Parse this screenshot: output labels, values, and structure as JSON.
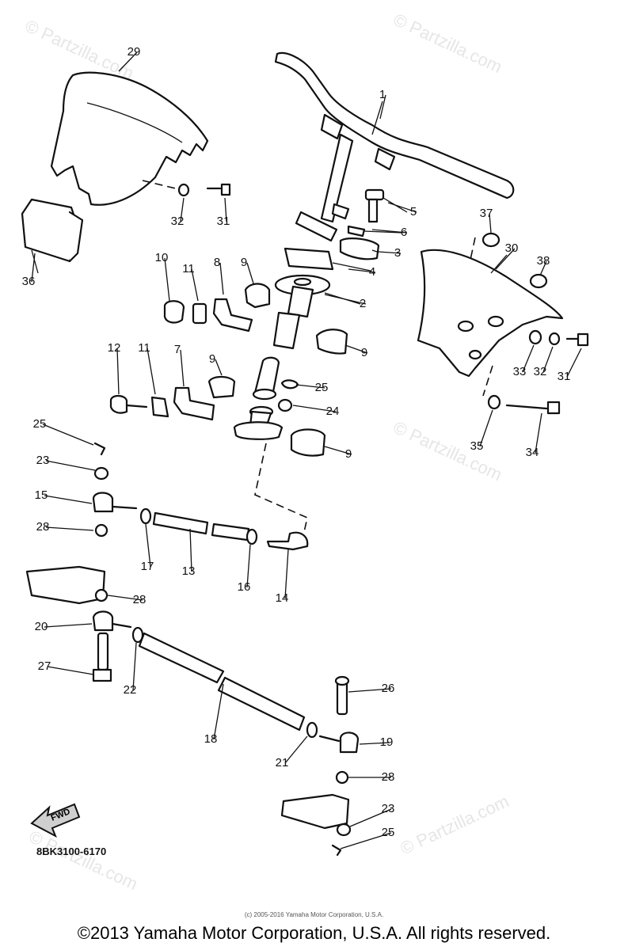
{
  "watermark": "© Partzilla.com",
  "callouts": [
    {
      "id": "c29",
      "label": "29"
    },
    {
      "id": "c1",
      "label": "1"
    },
    {
      "id": "c5",
      "label": "5"
    },
    {
      "id": "c6",
      "label": "6"
    },
    {
      "id": "c3",
      "label": "3"
    },
    {
      "id": "c4",
      "label": "4"
    },
    {
      "id": "c2",
      "label": "2"
    },
    {
      "id": "c37",
      "label": "37"
    },
    {
      "id": "c30",
      "label": "30"
    },
    {
      "id": "c38",
      "label": "38"
    },
    {
      "id": "c32a",
      "label": "32"
    },
    {
      "id": "c31a",
      "label": "31"
    },
    {
      "id": "c36",
      "label": "36"
    },
    {
      "id": "c10",
      "label": "10"
    },
    {
      "id": "c11a",
      "label": "11"
    },
    {
      "id": "c8",
      "label": "8"
    },
    {
      "id": "c9a",
      "label": "9"
    },
    {
      "id": "c9b",
      "label": "9"
    },
    {
      "id": "c12",
      "label": "12"
    },
    {
      "id": "c11b",
      "label": "11"
    },
    {
      "id": "c7",
      "label": "7"
    },
    {
      "id": "c9c",
      "label": "9"
    },
    {
      "id": "c25a",
      "label": "25"
    },
    {
      "id": "c24",
      "label": "24"
    },
    {
      "id": "c9d",
      "label": "9"
    },
    {
      "id": "c33",
      "label": "33"
    },
    {
      "id": "c32b",
      "label": "32"
    },
    {
      "id": "c31b",
      "label": "31"
    },
    {
      "id": "c35",
      "label": "35"
    },
    {
      "id": "c34",
      "label": "34"
    },
    {
      "id": "c25b",
      "label": "25"
    },
    {
      "id": "c23a",
      "label": "23"
    },
    {
      "id": "c15",
      "label": "15"
    },
    {
      "id": "c28a",
      "label": "28"
    },
    {
      "id": "c17",
      "label": "17"
    },
    {
      "id": "c13",
      "label": "13"
    },
    {
      "id": "c16",
      "label": "16"
    },
    {
      "id": "c14",
      "label": "14"
    },
    {
      "id": "c28b",
      "label": "28"
    },
    {
      "id": "c20",
      "label": "20"
    },
    {
      "id": "c27",
      "label": "27"
    },
    {
      "id": "c22",
      "label": "22"
    },
    {
      "id": "c26",
      "label": "26"
    },
    {
      "id": "c18",
      "label": "18"
    },
    {
      "id": "c21",
      "label": "21"
    },
    {
      "id": "c19",
      "label": "19"
    },
    {
      "id": "c28c",
      "label": "28"
    },
    {
      "id": "c23b",
      "label": "23"
    },
    {
      "id": "c25c",
      "label": "25"
    }
  ],
  "fwd_label": "FWD",
  "diagram_code": "8BK3100-6170",
  "inner_notice": "(c) 2005-2016 Yamaha Motor Corporation, U.S.A.",
  "copyright": "©2013 Yamaha Motor Corporation, U.S.A. All rights reserved."
}
